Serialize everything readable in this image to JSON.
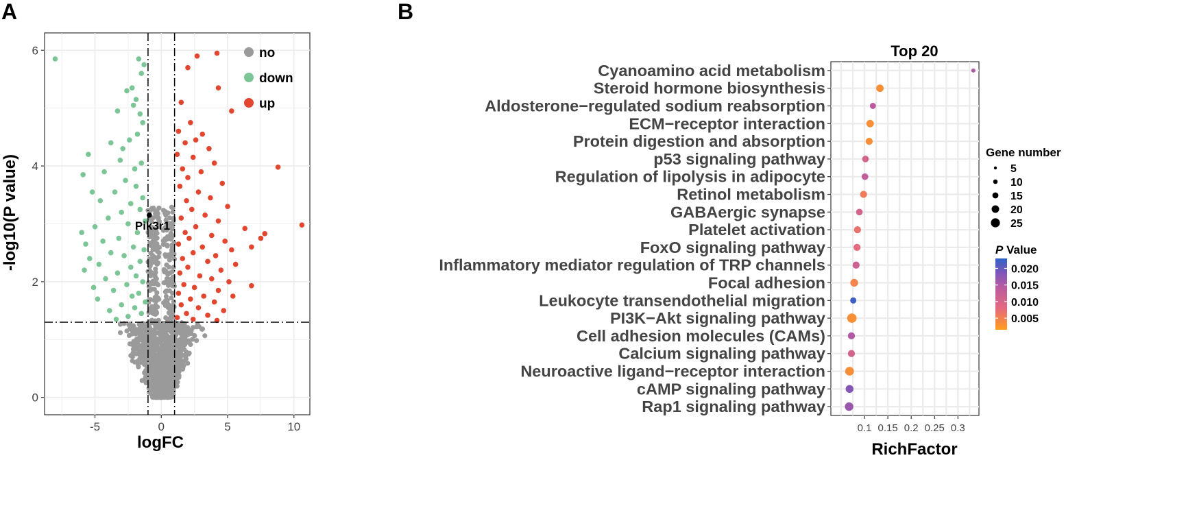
{
  "panel_labels": [
    "A",
    "B"
  ],
  "chart_data": [
    {
      "type": "scatter",
      "panel": "A",
      "title": "",
      "xlabel": "logFC",
      "ylabel": "-log10(P value)",
      "xlim": [
        -8.8,
        11.2
      ],
      "ylim": [
        -0.3,
        6.3
      ],
      "x_ticks": [
        -5,
        0,
        5,
        10
      ],
      "y_ticks": [
        0,
        2,
        4,
        6
      ],
      "grid": true,
      "thresholds": {
        "logFC": [
          -1,
          1
        ],
        "neg_log10_p": 1.3
      },
      "legend": {
        "position": "top-right",
        "entries": [
          {
            "label": "no",
            "color": "#9a9a9a"
          },
          {
            "label": "down",
            "color": "#7cc596"
          },
          {
            "label": "up",
            "color": "#e2462f"
          }
        ]
      },
      "annotations": [
        {
          "label": "Pik3r1",
          "x": -0.9,
          "y": 3.15
        }
      ],
      "series": [
        {
          "name": "down",
          "color": "#7cc596",
          "points": [
            [
              -8.0,
              5.85
            ],
            [
              -1.7,
              5.85
            ],
            [
              -1.3,
              5.75
            ],
            [
              -1.5,
              5.6
            ],
            [
              -2.2,
              5.35
            ],
            [
              -2.6,
              5.3
            ],
            [
              -1.9,
              5.15
            ],
            [
              -2.1,
              5.05
            ],
            [
              -3.3,
              4.95
            ],
            [
              -1.6,
              4.9
            ],
            [
              -1.4,
              4.75
            ],
            [
              -1.8,
              4.55
            ],
            [
              -2.4,
              4.45
            ],
            [
              -3.8,
              4.4
            ],
            [
              -2.9,
              4.3
            ],
            [
              -5.5,
              4.2
            ],
            [
              -3.1,
              4.1
            ],
            [
              -1.5,
              4.05
            ],
            [
              -2.0,
              3.95
            ],
            [
              -4.3,
              3.9
            ],
            [
              -5.9,
              3.85
            ],
            [
              -2.7,
              3.75
            ],
            [
              -1.9,
              3.65
            ],
            [
              -3.5,
              3.55
            ],
            [
              -5.2,
              3.55
            ],
            [
              -1.4,
              3.45
            ],
            [
              -4.6,
              3.4
            ],
            [
              -2.3,
              3.35
            ],
            [
              -1.6,
              3.25
            ],
            [
              -3.0,
              3.2
            ],
            [
              -4.0,
              3.1
            ],
            [
              -1.2,
              3.05
            ],
            [
              -2.5,
              3.0
            ],
            [
              -5.0,
              2.95
            ],
            [
              -6.0,
              2.85
            ],
            [
              -1.8,
              2.85
            ],
            [
              -3.2,
              2.75
            ],
            [
              -4.4,
              2.7
            ],
            [
              -5.7,
              2.65
            ],
            [
              -2.1,
              2.6
            ],
            [
              -1.3,
              2.55
            ],
            [
              -3.8,
              2.5
            ],
            [
              -2.8,
              2.45
            ],
            [
              -5.4,
              2.4
            ],
            [
              -1.6,
              2.35
            ],
            [
              -4.7,
              2.3
            ],
            [
              -2.3,
              2.25
            ],
            [
              -5.8,
              2.2
            ],
            [
              -3.3,
              2.15
            ],
            [
              -1.9,
              2.1
            ],
            [
              -4.2,
              2.05
            ],
            [
              -1.4,
              2.0
            ],
            [
              -2.6,
              1.95
            ],
            [
              -5.1,
              1.9
            ],
            [
              -3.6,
              1.85
            ],
            [
              -1.7,
              1.8
            ],
            [
              -2.2,
              1.75
            ],
            [
              -4.8,
              1.7
            ],
            [
              -1.2,
              1.65
            ],
            [
              -3.0,
              1.6
            ],
            [
              -2.0,
              1.55
            ],
            [
              -3.9,
              1.5
            ],
            [
              -1.5,
              1.45
            ],
            [
              -2.5,
              1.4
            ],
            [
              -3.4,
              1.35
            ]
          ]
        },
        {
          "name": "up",
          "color": "#e2462f",
          "points": [
            [
              4.2,
              5.95
            ],
            [
              2.7,
              5.9
            ],
            [
              2.0,
              5.7
            ],
            [
              4.3,
              5.35
            ],
            [
              1.5,
              5.1
            ],
            [
              5.3,
              4.95
            ],
            [
              2.2,
              4.75
            ],
            [
              1.3,
              4.6
            ],
            [
              3.1,
              4.55
            ],
            [
              2.6,
              4.45
            ],
            [
              1.8,
              4.4
            ],
            [
              3.6,
              4.3
            ],
            [
              1.2,
              4.2
            ],
            [
              2.4,
              4.15
            ],
            [
              4.0,
              4.05
            ],
            [
              8.8,
              3.98
            ],
            [
              1.6,
              3.95
            ],
            [
              3.0,
              3.9
            ],
            [
              2.0,
              3.8
            ],
            [
              4.6,
              3.7
            ],
            [
              1.4,
              3.65
            ],
            [
              2.8,
              3.55
            ],
            [
              3.7,
              3.45
            ],
            [
              1.9,
              3.4
            ],
            [
              5.0,
              3.3
            ],
            [
              2.3,
              3.25
            ],
            [
              3.3,
              3.15
            ],
            [
              1.5,
              3.1
            ],
            [
              4.3,
              3.05
            ],
            [
              10.6,
              2.98
            ],
            [
              2.6,
              2.95
            ],
            [
              6.3,
              2.92
            ],
            [
              1.8,
              2.85
            ],
            [
              3.8,
              2.8
            ],
            [
              7.8,
              2.83
            ],
            [
              2.1,
              2.75
            ],
            [
              4.8,
              2.7
            ],
            [
              7.5,
              2.75
            ],
            [
              1.3,
              2.65
            ],
            [
              3.1,
              2.6
            ],
            [
              6.8,
              2.6
            ],
            [
              5.3,
              2.55
            ],
            [
              2.4,
              2.5
            ],
            [
              4.1,
              2.45
            ],
            [
              1.6,
              2.4
            ],
            [
              3.5,
              2.35
            ],
            [
              5.6,
              2.3
            ],
            [
              2.0,
              2.25
            ],
            [
              4.5,
              2.2
            ],
            [
              1.4,
              2.15
            ],
            [
              2.9,
              2.1
            ],
            [
              3.8,
              2.05
            ],
            [
              5.1,
              2.0
            ],
            [
              1.7,
              1.95
            ],
            [
              6.8,
              1.93
            ],
            [
              2.5,
              1.9
            ],
            [
              4.3,
              1.85
            ],
            [
              1.3,
              1.8
            ],
            [
              3.2,
              1.75
            ],
            [
              5.4,
              1.75
            ],
            [
              2.2,
              1.7
            ],
            [
              4.0,
              1.65
            ],
            [
              1.5,
              1.6
            ],
            [
              2.8,
              1.55
            ],
            [
              4.7,
              1.5
            ],
            [
              1.9,
              1.45
            ],
            [
              3.5,
              1.42
            ],
            [
              1.2,
              1.38
            ],
            [
              2.4,
              1.35
            ],
            [
              4.2,
              1.33
            ]
          ]
        }
      ]
    },
    {
      "type": "scatter",
      "panel": "B",
      "subtype": "dot",
      "title": "Top 20",
      "xlabel": "RichFactor",
      "ylabel": "",
      "xlim": [
        0.028,
        0.345
      ],
      "x_ticks": [
        0.1,
        0.15,
        0.2,
        0.25,
        0.3
      ],
      "x_tick_labels": [
        "0.1",
        "0.15",
        "0.2",
        "0.25",
        "0.3"
      ],
      "grid": true,
      "categories": [
        "Cyanoamino acid metabolism",
        "Steroid hormone biosynthesis",
        "Aldosterone−regulated sodium reabsorption",
        "ECM−receptor interaction",
        "Protein digestion and absorption",
        "p53 signaling pathway",
        "Regulation of lipolysis in adipocyte",
        "Retinol metabolism",
        "GABAergic synapse",
        "Platelet activation",
        "FoxO signaling pathway",
        "Inflammatory mediator regulation of TRP channels",
        "Focal adhesion",
        "Leukocyte transendothelial migration",
        "PI3K−Akt signaling pathway",
        "Cell adhesion molecules (CAMs)",
        "Calcium signaling pathway",
        "Neuroactive ligand−receptor interaction",
        "cAMP signaling pathway",
        "Rap1 signaling pathway"
      ],
      "rich_factor": [
        0.333,
        0.133,
        0.118,
        0.112,
        0.11,
        0.102,
        0.101,
        0.098,
        0.089,
        0.085,
        0.084,
        0.082,
        0.078,
        0.076,
        0.073,
        0.072,
        0.072,
        0.068,
        0.068,
        0.067
      ],
      "gene_number": [
        1,
        7,
        4,
        7,
        6,
        5,
        5,
        6,
        5,
        6,
        6,
        6,
        8,
        4,
        13,
        6,
        6,
        11,
        8,
        10
      ],
      "p_value": [
        0.013,
        0.003,
        0.012,
        0.003,
        0.003,
        0.009,
        0.011,
        0.005,
        0.009,
        0.006,
        0.007,
        0.01,
        0.004,
        0.022,
        0.003,
        0.013,
        0.009,
        0.003,
        0.017,
        0.015
      ],
      "size_legend": {
        "title": "Gene number",
        "values": [
          5,
          10,
          15,
          20,
          25
        ]
      },
      "color_legend": {
        "title_italic": "P",
        "title_rest": " Value",
        "ticks": [
          "0.020",
          "0.015",
          "0.010",
          "0.005"
        ],
        "tick_values": [
          0.02,
          0.015,
          0.01,
          0.005
        ],
        "range": [
          0.0015,
          0.023
        ],
        "colors": [
          "#ff9d1c",
          "#e56a7e",
          "#b85aa0",
          "#7d57ba",
          "#2f62c6"
        ]
      },
      "legend_position": "right"
    }
  ]
}
